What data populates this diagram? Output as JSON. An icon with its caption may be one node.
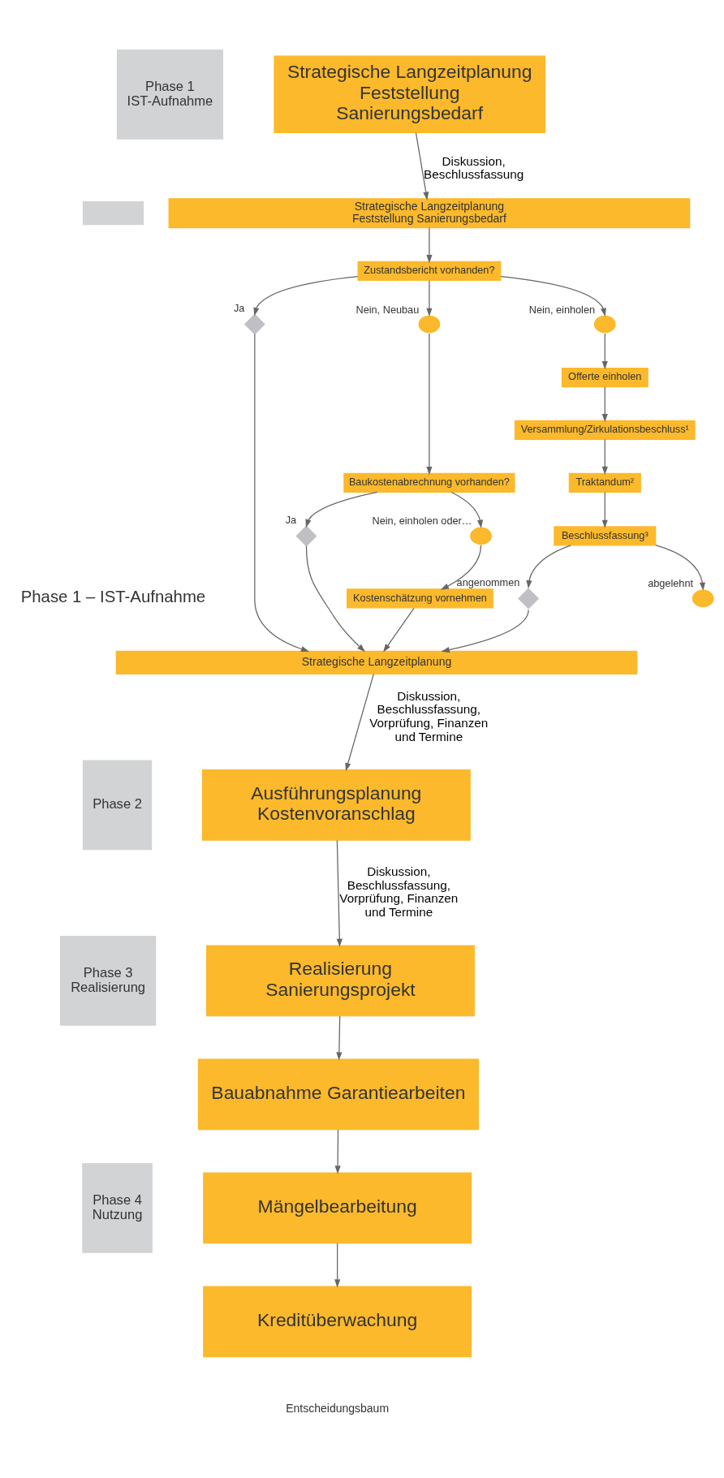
{
  "diagram": {
    "nodes": [
      {
        "text": [
          "Phase 1 IST-Aufnahme"
        ]
      },
      {
        "text": [
          "Strategische Langzeitplanung Feststellung Sanierungsbedarf"
        ]
      },
      {
        "text": [],
        "shape": "box"
      },
      {
        "text": [
          "Strategische Langzeitplanung Feststellung Sanierungsbedarf"
        ]
      },
      {
        "text": [
          "Zustandsbericht vorhanden?"
        ]
      },
      {
        "text": [],
        "shape": "diamond",
        "beside": [
          "Ja"
        ]
      },
      {
        "text": [],
        "shape": "circle",
        "beside": [
          "Nein, Neubau"
        ]
      },
      {
        "text": [],
        "shape": "circle",
        "beside": [
          "Nein, einholen"
        ]
      },
      {
        "text": [
          "Baukostenabrechnung vorhanden?"
        ]
      },
      {
        "text": [],
        "shape": "diamond",
        "beside": [
          "Ja"
        ]
      },
      {
        "text": [],
        "shape": "circle",
        "beside": [
          "Nein, einholen oder…"
        ]
      },
      {
        "text": [
          "Kostenschätzung vornehmen"
        ]
      },
      {
        "text": [
          "Offerte einholen"
        ]
      },
      {
        "text": [
          "Versammlung/Zirkulationsbeschluss¹"
        ]
      },
      {
        "text": [
          "Traktandum²"
        ]
      },
      {
        "text": [
          "Beschlussfassung³"
        ]
      },
      {
        "text": [],
        "shape": "diamond",
        "beside": [
          "angenommen"
        ]
      },
      {
        "text": [],
        "shape": "circle",
        "beside": [
          "abgelehnt"
        ]
      },
      {
        "text": [
          "Strategische Langzeitplanung"
        ]
      },
      {
        "text": [
          "Phase 2"
        ]
      },
      {
        "text": [
          "Ausführungsplanung Kostenvoranschlag"
        ]
      },
      {
        "text": [
          "Phase 3 Realisierung"
        ]
      },
      {
        "text": [
          "Realisierung Sanierungsprojekt"
        ]
      },
      {
        "text": [
          "Bauabnahme Garantiearbeiten"
        ]
      },
      {
        "text": [
          "Phase 4 Nutzung"
        ]
      },
      {
        "text": [
          "Mängelbearbeitung"
        ]
      },
      {
        "text": [
          "Kreditüberwachung"
        ]
      }
    ],
    "edges": [
      {
        "from": 1,
        "to": 3,
        "arrow": "to",
        "label": "Diskussion, Beschlussfassung"
      },
      {
        "from": 3,
        "to": 4,
        "arrow": "to"
      },
      {
        "from": 4,
        "to": 5,
        "arrow": "to"
      },
      {
        "from": 4,
        "to": 6,
        "arrow": "to"
      },
      {
        "from": 4,
        "to": 7,
        "arrow": "to"
      },
      {
        "from": 6,
        "to": 8,
        "arrow": "to"
      },
      {
        "from": 8,
        "to": 9,
        "arrow": "to"
      },
      {
        "from": 8,
        "to": 10,
        "arrow": "to"
      },
      {
        "from": 10,
        "to": 11,
        "arrow": "to"
      },
      {
        "from": 7,
        "to": 12,
        "arrow": "to"
      },
      {
        "from": 12,
        "to": 13,
        "arrow": "to"
      },
      {
        "from": 13,
        "to": 14,
        "arrow": "to"
      },
      {
        "from": 14,
        "to": 15,
        "arrow": "to"
      },
      {
        "from": 15,
        "to": 16,
        "arrow": "to"
      },
      {
        "from": 15,
        "to": 17,
        "arrow": "to"
      },
      {
        "from": 5,
        "to": 18,
        "arrow": "to"
      },
      {
        "from": 9,
        "to": 18,
        "arrow": "to"
      },
      {
        "from": 11,
        "to": 18,
        "arrow": "to"
      },
      {
        "from": 16,
        "to": 18,
        "arrow": "to"
      },
      {
        "from": 18,
        "to": 20,
        "arrow": "to",
        "label": "Diskussion, Beschlussfassung, Vorprüfung, Finanzen und Termine"
      },
      {
        "from": 20,
        "to": 22,
        "arrow": "to",
        "label": "Diskussion, Beschlussfassung, Vorprüfung, Finanzen und Termine"
      },
      {
        "from": 22,
        "to": 23,
        "arrow": "to"
      },
      {
        "from": 23,
        "to": 25,
        "arrow": "to"
      },
      {
        "from": 25,
        "to": 26,
        "arrow": "to"
      }
    ],
    "labels": [
      "Phase 1 – IST-Aufnahme",
      "Entscheidungsbaum"
    ]
  }
}
